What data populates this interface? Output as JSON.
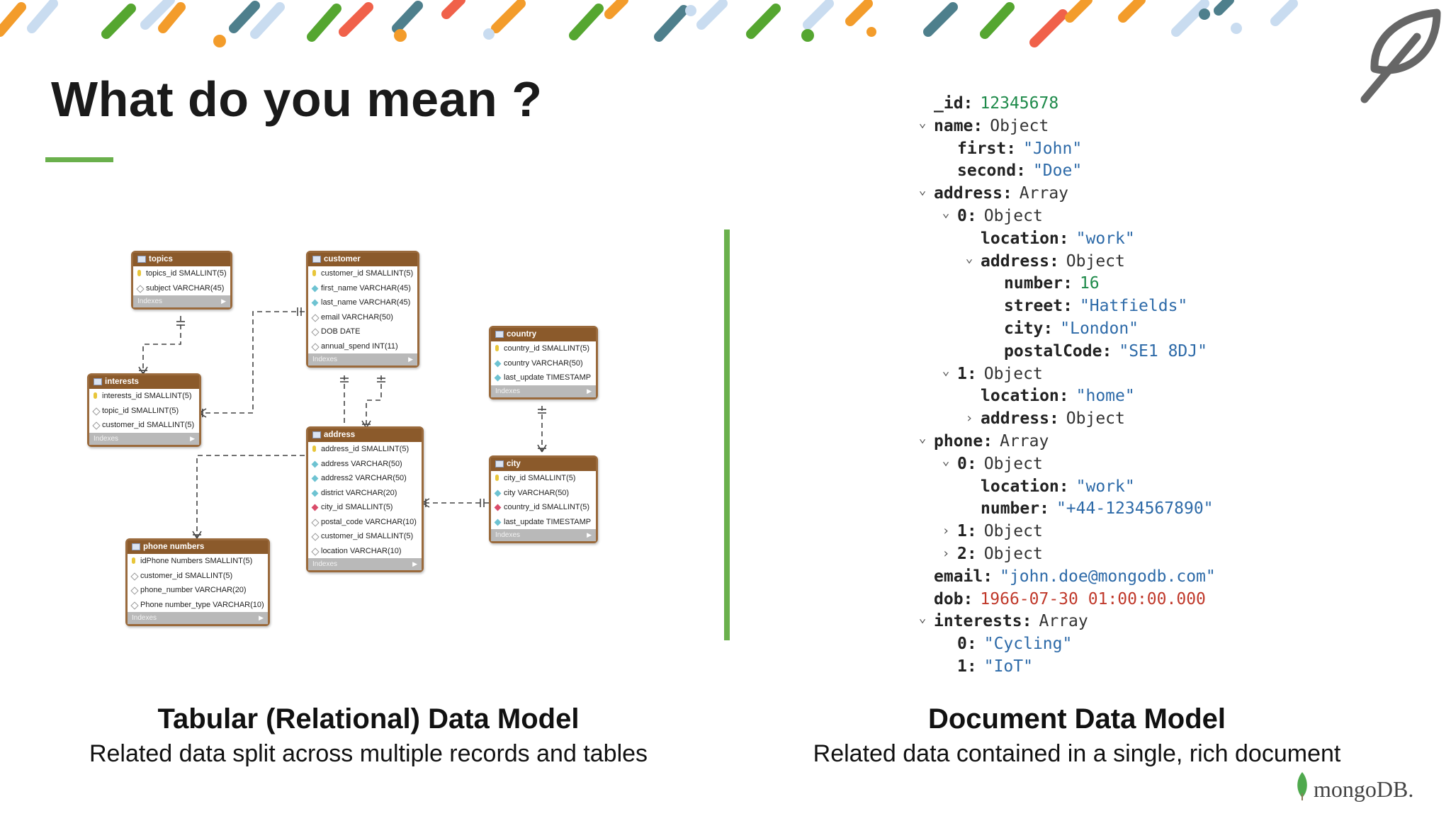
{
  "slide": {
    "title": "What do you mean ?",
    "left_caption_title": "Tabular (Relational) Data Model",
    "left_caption_subtitle": "Related data split across multiple records and tables",
    "right_caption_title": "Document Data Model",
    "right_caption_subtitle": "Related data contained in a single, rich document",
    "brand_text": "mongoDB.",
    "colors": {
      "accent_green": "#6ab04c",
      "table_header": "#8b5a2b",
      "string": "#2d6aa8",
      "number": "#1e8a4a",
      "date": "#c0392b"
    },
    "icons": [
      "leaf-icon",
      "table-icon",
      "key-icon",
      "expand-caret-icon",
      "collapse-caret-icon",
      "mongodb-leaf-icon"
    ]
  },
  "erd": {
    "indexes_label": "Indexes",
    "tables": [
      {
        "id": "topics",
        "name": "topics",
        "columns": [
          {
            "text": "topics_id SMALLINT(5)",
            "kind": "pk"
          },
          {
            "text": "subject VARCHAR(45)",
            "kind": "plain"
          }
        ]
      },
      {
        "id": "customer",
        "name": "customer",
        "columns": [
          {
            "text": "customer_id SMALLINT(5)",
            "kind": "pk"
          },
          {
            "text": "first_name VARCHAR(45)",
            "kind": "col"
          },
          {
            "text": "last_name VARCHAR(45)",
            "kind": "col"
          },
          {
            "text": "email VARCHAR(50)",
            "kind": "plain"
          },
          {
            "text": "DOB DATE",
            "kind": "plain"
          },
          {
            "text": "annual_spend INT(11)",
            "kind": "plain"
          }
        ]
      },
      {
        "id": "country",
        "name": "country",
        "columns": [
          {
            "text": "country_id SMALLINT(5)",
            "kind": "pk"
          },
          {
            "text": "country VARCHAR(50)",
            "kind": "col"
          },
          {
            "text": "last_update TIMESTAMP",
            "kind": "col"
          }
        ]
      },
      {
        "id": "interests",
        "name": "interests",
        "columns": [
          {
            "text": "interests_id SMALLINT(5)",
            "kind": "pk"
          },
          {
            "text": "topic_id SMALLINT(5)",
            "kind": "plain"
          },
          {
            "text": "customer_id SMALLINT(5)",
            "kind": "plain"
          }
        ]
      },
      {
        "id": "address",
        "name": "address",
        "columns": [
          {
            "text": "address_id SMALLINT(5)",
            "kind": "pk"
          },
          {
            "text": "address VARCHAR(50)",
            "kind": "col"
          },
          {
            "text": "address2 VARCHAR(50)",
            "kind": "col"
          },
          {
            "text": "district VARCHAR(20)",
            "kind": "col"
          },
          {
            "text": "city_id SMALLINT(5)",
            "kind": "fk"
          },
          {
            "text": "postal_code VARCHAR(10)",
            "kind": "plain"
          },
          {
            "text": "customer_id SMALLINT(5)",
            "kind": "plain"
          },
          {
            "text": "location VARCHAR(10)",
            "kind": "plain"
          }
        ]
      },
      {
        "id": "city",
        "name": "city",
        "columns": [
          {
            "text": "city_id SMALLINT(5)",
            "kind": "pk"
          },
          {
            "text": "city VARCHAR(50)",
            "kind": "col"
          },
          {
            "text": "country_id SMALLINT(5)",
            "kind": "fk"
          },
          {
            "text": "last_update TIMESTAMP",
            "kind": "col"
          }
        ]
      },
      {
        "id": "phone",
        "name": "phone numbers",
        "columns": [
          {
            "text": "idPhone Numbers SMALLINT(5)",
            "kind": "pk"
          },
          {
            "text": "customer_id SMALLINT(5)",
            "kind": "plain"
          },
          {
            "text": "phone_number VARCHAR(20)",
            "kind": "plain"
          },
          {
            "text": "Phone number_type VARCHAR(10)",
            "kind": "plain"
          }
        ]
      }
    ]
  },
  "document": {
    "lines": [
      {
        "key": "_id",
        "value": "12345678",
        "type": "num",
        "caret": "none"
      },
      {
        "key": "name",
        "value": "Object",
        "type": "type",
        "caret": "open"
      },
      {
        "key": "first",
        "value": "\"John\"",
        "type": "str",
        "caret": "none"
      },
      {
        "key": "second",
        "value": "\"Doe\"",
        "type": "str",
        "caret": "none"
      },
      {
        "key": "address",
        "value": "Array",
        "type": "type",
        "caret": "open"
      },
      {
        "key": "0",
        "value": "Object",
        "type": "type",
        "caret": "open"
      },
      {
        "key": "location",
        "value": "\"work\"",
        "type": "str",
        "caret": "none"
      },
      {
        "key": "address",
        "value": "Object",
        "type": "type",
        "caret": "open"
      },
      {
        "key": "number",
        "value": "16",
        "type": "num",
        "caret": "none"
      },
      {
        "key": "street",
        "value": "\"Hatfields\"",
        "type": "str",
        "caret": "none"
      },
      {
        "key": "city",
        "value": "\"London\"",
        "type": "str",
        "caret": "none"
      },
      {
        "key": "postalCode",
        "value": "\"SE1 8DJ\"",
        "type": "str",
        "caret": "none"
      },
      {
        "key": "1",
        "value": "Object",
        "type": "type",
        "caret": "open"
      },
      {
        "key": "location",
        "value": "\"home\"",
        "type": "str",
        "caret": "none"
      },
      {
        "key": "address",
        "value": "Object",
        "type": "type",
        "caret": "closed"
      },
      {
        "key": "phone",
        "value": "Array",
        "type": "type",
        "caret": "open"
      },
      {
        "key": "0",
        "value": "Object",
        "type": "type",
        "caret": "open"
      },
      {
        "key": "location",
        "value": "\"work\"",
        "type": "str",
        "caret": "none"
      },
      {
        "key": "number",
        "value": "\"+44-1234567890\"",
        "type": "str",
        "caret": "none"
      },
      {
        "key": "1",
        "value": "Object",
        "type": "type",
        "caret": "closed"
      },
      {
        "key": "2",
        "value": "Object",
        "type": "type",
        "caret": "closed"
      },
      {
        "key": "email",
        "value": "\"john.doe@mongodb.com\"",
        "type": "str",
        "caret": "none"
      },
      {
        "key": "dob",
        "value": "1966-07-30 01:00:00.000",
        "type": "date",
        "caret": "none"
      },
      {
        "key": "interests",
        "value": "Array",
        "type": "type",
        "caret": "open"
      },
      {
        "key": "0",
        "value": "\"Cycling\"",
        "type": "str",
        "caret": "none"
      },
      {
        "key": "1",
        "value": "\"IoT\"",
        "type": "str",
        "caret": "none"
      }
    ]
  }
}
